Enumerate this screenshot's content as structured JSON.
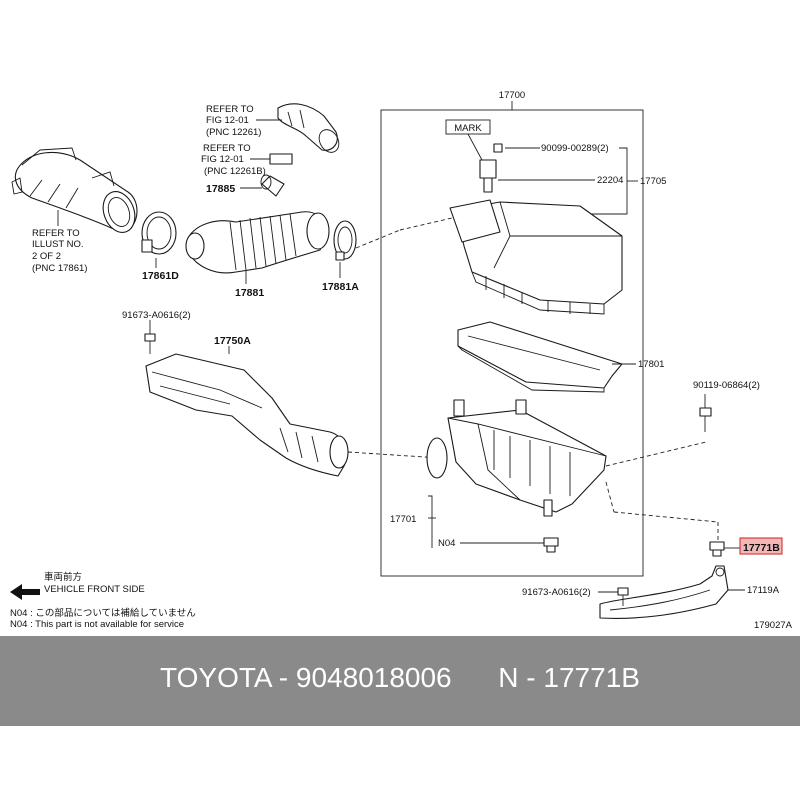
{
  "labels": {
    "refer_fig_1": [
      "REFER TO",
      "FIG 12-01",
      "(PNC 12261)"
    ],
    "refer_fig_2": [
      "REFER TO",
      "FIG 12-01",
      "(PNC 12261B)"
    ],
    "refer_illust": [
      "REFER TO",
      "ILLUST NO.",
      "2 OF 2",
      "(PNC 17861)"
    ],
    "p17885": "17885",
    "p17861d": "17861D",
    "p17881": "17881",
    "p17881a": "17881A",
    "p17700": "17700",
    "mark": "MARK",
    "p90099": "90099-00289(2)",
    "p22204": "22204",
    "p17705": "17705",
    "p91673_top": "91673-A0616(2)",
    "p17750a": "17750A",
    "p17801": "17801",
    "p90119": "90119-06864(2)",
    "p17701": "17701",
    "n04": "N04",
    "p17771b": "17771B",
    "p91673_bottom": "91673-A0616(2)",
    "p17119a": "17119A",
    "front_jp": "車両前方",
    "front_en": "VEHICLE FRONT SIDE",
    "note_jp": "N04 : この部品については補給していません",
    "note_en": "N04 : This part is not available for service",
    "figure_no": "179027A"
  },
  "colors": {
    "highlight_fill": "#f2b8b8",
    "highlight_stroke": "#cc2222",
    "caption_bar": "#8a8a8a"
  },
  "caption": {
    "text": "TOYOTA - 9048018006      N - 17771B"
  }
}
